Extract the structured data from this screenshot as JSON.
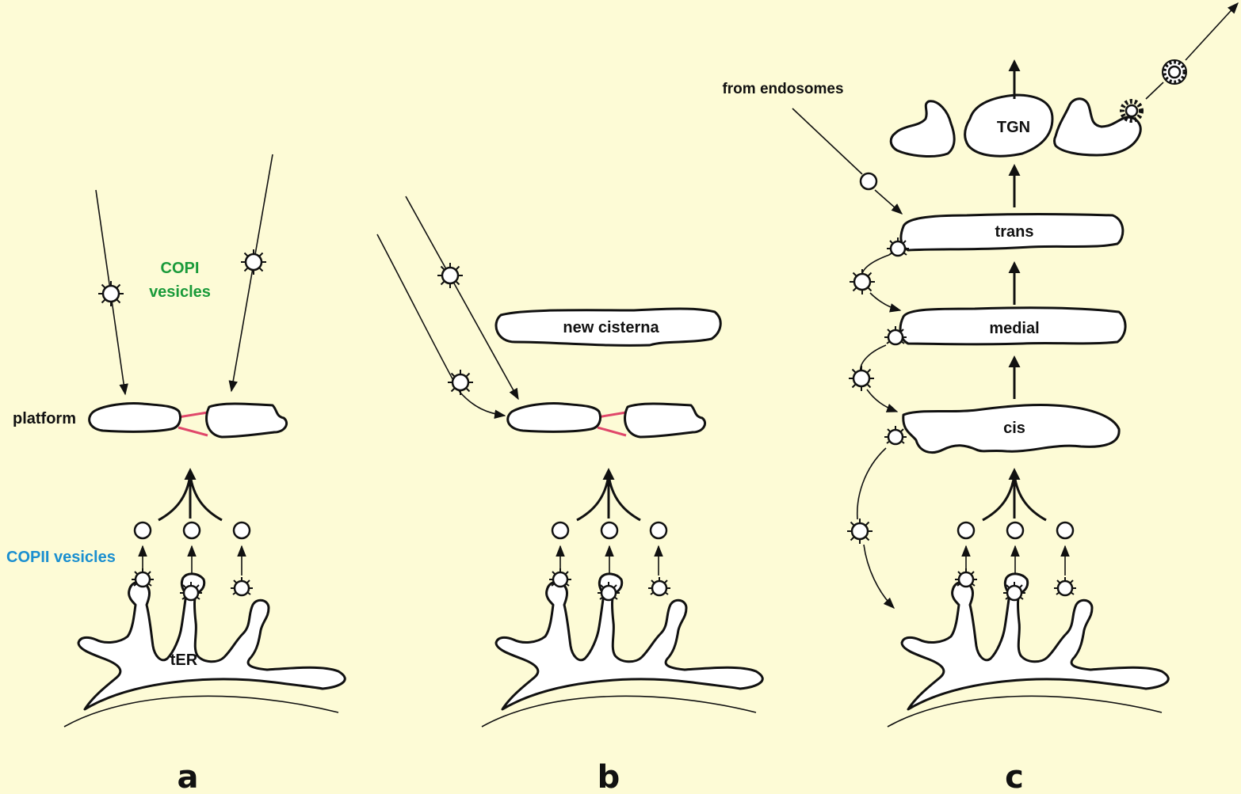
{
  "colors": {
    "background": "#fdfbd6",
    "copi_label": "#1a9a3a",
    "copii_label": "#1a8fd0",
    "tether": "#e0476a",
    "outline": "#111111"
  },
  "panel_a": {
    "letter": "a",
    "copi_line1": "COPI",
    "copi_line2": "vesicles",
    "platform_label": "platform",
    "copii_label": "COPII vesicles",
    "ter_label": "tER"
  },
  "panel_b": {
    "letter": "b",
    "new_cisterna_label": "new cisterna"
  },
  "panel_c": {
    "letter": "c",
    "from_endosomes_label": "from endosomes",
    "tgn_label": "TGN",
    "trans_label": "trans",
    "medial_label": "medial",
    "cis_label": "cis"
  }
}
